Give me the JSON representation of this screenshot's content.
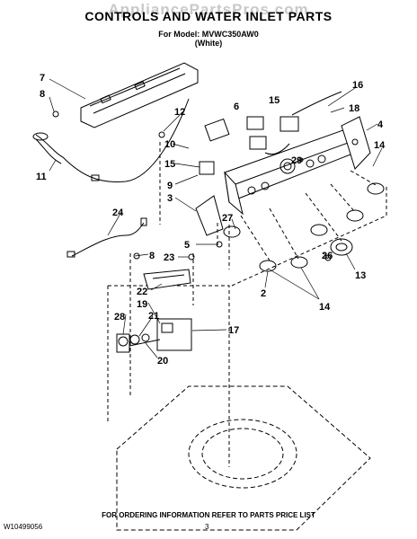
{
  "header": {
    "watermark": "AppliancePartsPros.com",
    "title": "CONTROLS AND WATER INLET PARTS",
    "model_line": "For Model: MVWC350AW0",
    "color_line": "(White)"
  },
  "callouts": [
    "7",
    "8",
    "6",
    "15",
    "16",
    "12",
    "18",
    "4",
    "10",
    "14",
    "11",
    "15",
    "29",
    "9",
    "3",
    "27",
    "24",
    "5",
    "8",
    "23",
    "26",
    "13",
    "22",
    "2",
    "19",
    "17",
    "28",
    "21",
    "20",
    "14"
  ],
  "footer": {
    "instruction": "FOR ORDERING INFORMATION REFER TO PARTS PRICE LIST",
    "doc_number": "W10499056",
    "page": "3"
  }
}
